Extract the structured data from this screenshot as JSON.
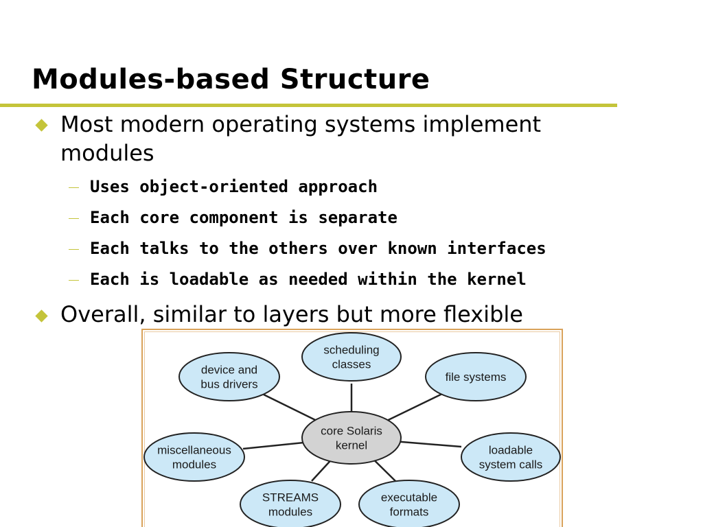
{
  "slide": {
    "title": "Modules-based Structure",
    "accent_color": "#c4c43a"
  },
  "bullets": [
    {
      "lines": [
        "Most modern operating systems implement",
        "modules"
      ],
      "sub_bullets": [
        "Uses object-oriented approach",
        "Each core component is separate",
        "Each talks to the others over known interfaces",
        "Each is loadable as needed within the kernel"
      ]
    },
    {
      "lines": [
        "Overall, similar to layers but more flexible"
      ],
      "sub_bullets": []
    }
  ],
  "diagram": {
    "center": {
      "lines": [
        "core Solaris",
        "kernel"
      ],
      "fill": "#d3d3d3"
    },
    "module_fill": "#cce8f7",
    "modules": [
      {
        "lines": [
          "scheduling",
          "classes"
        ]
      },
      {
        "lines": [
          "device and",
          "bus drivers"
        ]
      },
      {
        "lines": [
          "file systems"
        ]
      },
      {
        "lines": [
          "miscellaneous",
          "modules"
        ]
      },
      {
        "lines": [
          "loadable",
          "system calls"
        ]
      },
      {
        "lines": [
          "STREAMS",
          "modules"
        ]
      },
      {
        "lines": [
          "executable",
          "formats"
        ]
      }
    ]
  }
}
